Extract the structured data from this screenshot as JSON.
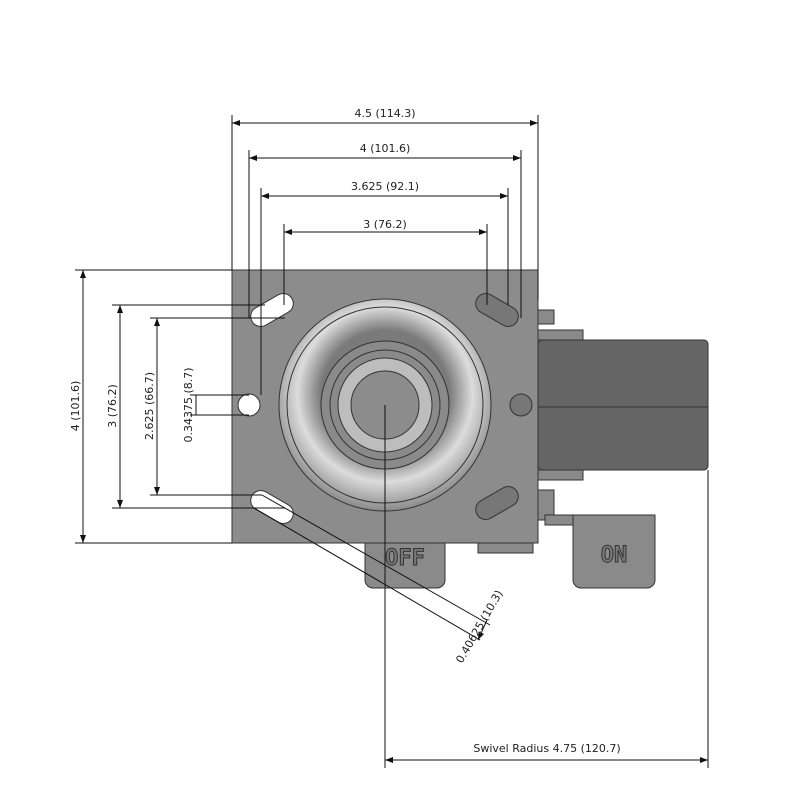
{
  "title": "Caster top plate dimension drawing",
  "dimensions": {
    "plate_width": "4.5 (114.3)",
    "slot_outer_width": "4 (101.6)",
    "hole_width": "3.625 (92.1)",
    "slot_inner_width": "3 (76.2)",
    "plate_length": "4 (101.6)",
    "slot_outer_length": "3 (76.2)",
    "slot_inner_length": "2.625 (66.7)",
    "hole_offset": "0.34375 (8.7)",
    "slot_width": "0.40625 (10.3)",
    "swivel_radius": "Swivel Radius 4.75 (120.7)"
  },
  "brake_labels": {
    "off": "OFF",
    "on": "ON"
  },
  "colors": {
    "plate": "#8c8c8c",
    "wheel": "#656565",
    "tab": "#8a8a8a"
  }
}
